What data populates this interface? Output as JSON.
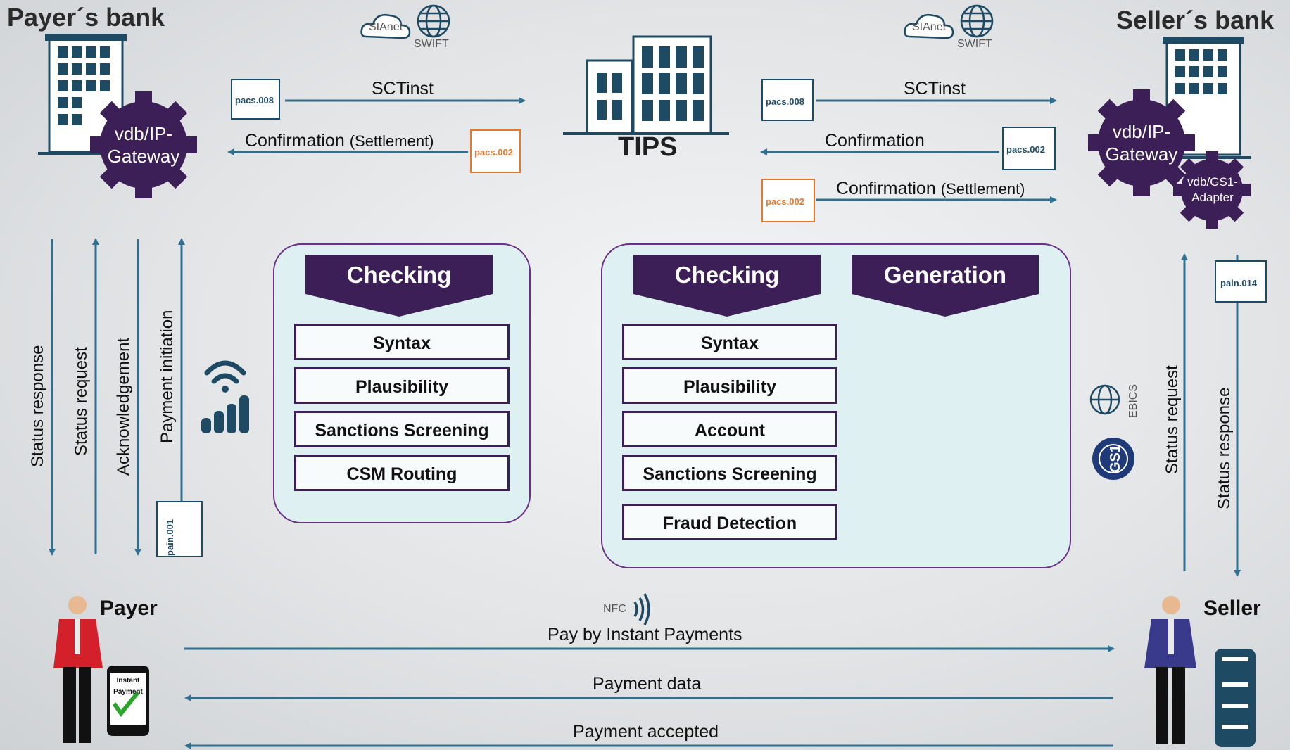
{
  "payer_bank": {
    "title": "Payer´s bank",
    "gateway": "vdb/IP-\nGateway"
  },
  "seller_bank": {
    "title": "Seller´s bank",
    "gateway": "vdb/IP-\nGateway",
    "adapter": "vdb/GS1-\nAdapter"
  },
  "tips": {
    "label": "TIPS"
  },
  "networks": {
    "sianet": "SIAnet",
    "swift": "SWIFT",
    "ebics": "EBICS",
    "gs1": "GS1",
    "nfc": "NFC"
  },
  "documents": {
    "pacs008": "pacs.008",
    "pacs002": "pacs.002",
    "pain001": "pain.001",
    "pain014": "pain.014"
  },
  "flows_left": {
    "sctinst": "SCTinst",
    "confirmation": "Confirmation",
    "settlement": "(Settlement)"
  },
  "flows_right": {
    "sctinst": "SCTinst",
    "confirmation": "Confirmation",
    "confirmation2": "Confirmation",
    "settlement": "(Settlement)"
  },
  "payer_side_flows": [
    "Status response",
    "Status request",
    "Acknowledgement",
    "Payment initiation"
  ],
  "seller_side_flows": [
    "Status request",
    "Status response"
  ],
  "left_panel": {
    "title": "Checking",
    "items": [
      "Syntax",
      "Plausibility",
      "Sanctions Screening",
      "CSM Routing"
    ]
  },
  "right_panel": {
    "checking_title": "Checking",
    "generation_title": "Generation",
    "items": [
      "Syntax",
      "Plausibility",
      "Account",
      "Sanctions Screening",
      "Fraud Detection"
    ]
  },
  "payer": {
    "label": "Payer",
    "phone_text": "Instant\nPayment"
  },
  "seller": {
    "label": "Seller"
  },
  "bottom_flows": [
    "Pay by Instant Payments",
    "Payment data",
    "Payment accepted"
  ],
  "colors": {
    "arrow": "#2f6f8f",
    "purple": "#3b1f56",
    "orange": "#e8772e",
    "panel_bg": "#dff0f3"
  }
}
